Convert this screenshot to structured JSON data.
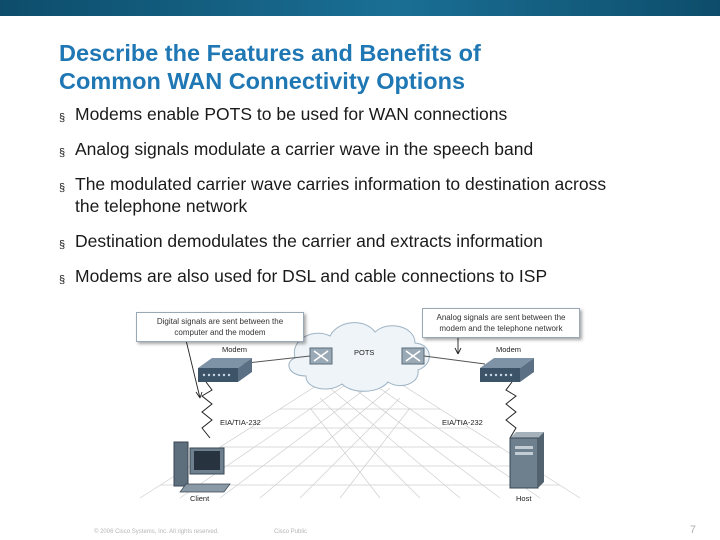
{
  "title": {
    "line1": "Describe the Features and Benefits of",
    "line2": "Common WAN Connectivity Options"
  },
  "bullets": [
    {
      "text": "Modems enable POTS to be used for WAN connections"
    },
    {
      "text": "Analog signals modulate a carrier wave in the speech band"
    },
    {
      "text": "The modulated carrier wave carries information to destination across the telephone network"
    },
    {
      "text": "Destination demodulates the carrier and extracts information"
    },
    {
      "text": "Modems are also used for DSL and cable connections to ISP"
    }
  ],
  "bullet_marker": "§",
  "diagram": {
    "callout_left": {
      "line1": "Digital signals are sent between the",
      "line2": "computer and the modem"
    },
    "callout_right": {
      "line1": "Analog signals are sent between the",
      "line2": "modem and the telephone network"
    },
    "cloud_label": "POTS",
    "modem_left_label": "Modem",
    "modem_right_label": "Modem",
    "cable_left_label": "EIA/TIA-232",
    "cable_right_label": "EIA/TIA-232",
    "client_label": "Client",
    "host_label": "Host"
  },
  "footer": {
    "copyright": "© 2006 Cisco Systems, Inc. All rights reserved.",
    "classification": "Cisco Public",
    "page": "7"
  },
  "colors": {
    "title": "#1f77b4",
    "top_bar": "#1a6f95",
    "text": "#1a1a1a"
  }
}
